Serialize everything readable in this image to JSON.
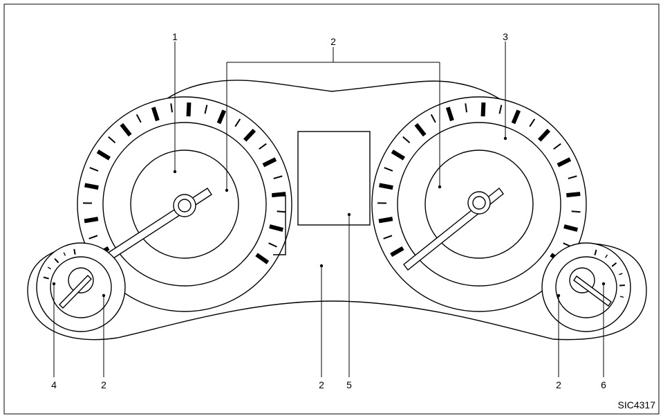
{
  "diagram": {
    "code": "SIC4317",
    "callouts": {
      "top_left": "1",
      "top_center": "2",
      "top_right": "3",
      "bottom_fuel": "4",
      "bottom_left_small": "2",
      "bottom_center": "2",
      "bottom_display": "5",
      "bottom_right_small": "2",
      "bottom_temp": "6"
    }
  }
}
